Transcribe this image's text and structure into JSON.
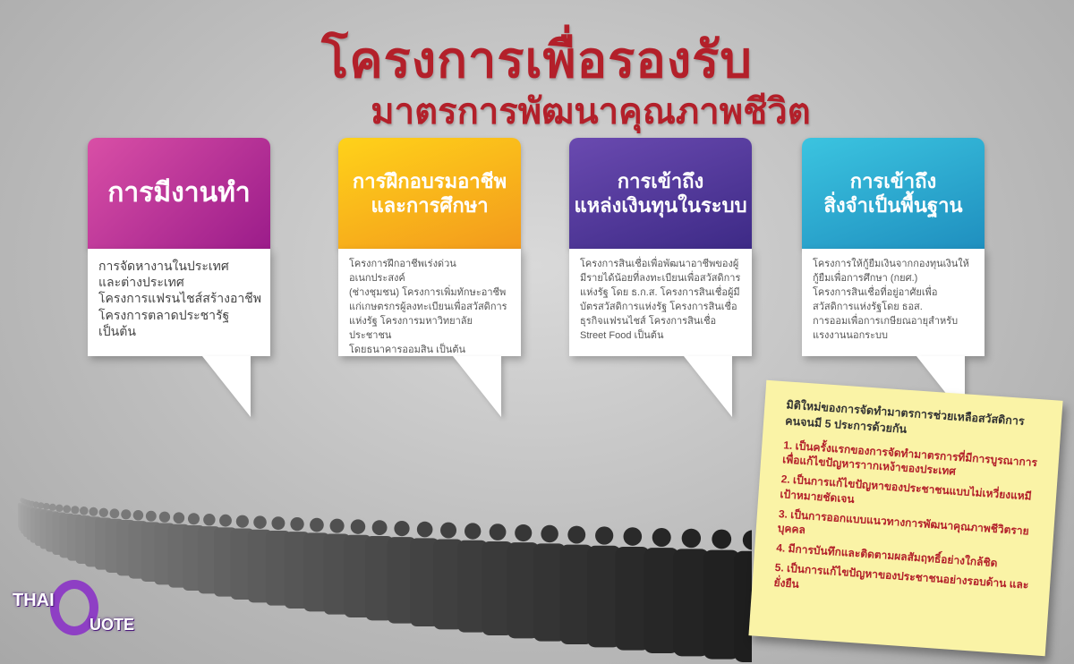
{
  "title": {
    "line1": "โครงการเพื่อรองรับ",
    "line2": "มาตรการพัฒนาคุณภาพชีวิต"
  },
  "cards": [
    {
      "heading": "การมีงานทำ",
      "body": "การจัดหางานในประเทศ\nและต่างประเทศ\nโครงการแฟรนไชส์สร้างอาชีพ\nโครงการตลาดประชารัฐ\nเป็นต้น",
      "color": "#9b1c8a"
    },
    {
      "heading": "การฝึกอบรมอาชีพ\nและการศึกษา",
      "body": "โครงการฝึกอาชีพเร่งด่วนอเนกประสงค์\n(ช่างชุมชน) โครงการเพิ่มทักษะอาชีพ\nแก่เกษตรกรผู้ลงทะเบียนเพื่อสวัสดิการ\nแห่งรัฐ โครงการมหาวิทยาลัยประชาชน\nโดยธนาคารออมสิน เป็นต้น",
      "color": "#f39a1c"
    },
    {
      "heading": "การเข้าถึง\nแหล่งเงินทุนในระบบ",
      "body": "โครงการสินเชื่อเพื่อพัฒนาอาชีพของผู้\nมีรายได้น้อยที่ลงทะเบียนเพื่อสวัสดิการ\nแห่งรัฐ โดย ธ.ก.ส. โครงการสินเชื่อผู้มี\nบัตรสวัสดิการแห่งรัฐ โครงการสินเชื่อ\nธุรกิจแฟรนไชส์ โครงการสินเชื่อ\nStreet Food เป็นต้น",
      "color": "#3d2a86"
    },
    {
      "heading": "การเข้าถึง\nสิ่งจำเป็นพื้นฐาน",
      "body": "โครงการให้กู้ยืมเงินจากกองทุนเงินให้\nกู้ยืมเพื่อการศึกษา (กยศ.)\nโครงการสินเชื่อที่อยู่อาศัยเพื่อ\nสวัสดิการแห่งรัฐโดย ธอส.\nการออมเพื่อการเกษียณอายุสำหรับ\nแรงงานนอกระบบ",
      "color": "#1f8fbf"
    }
  ],
  "note": {
    "title": "มิติใหม่ของการจัดทำมาตรการช่วยเหลือสวัสดิการคนจนมี 5 ประการด้วยกัน",
    "items": [
      "1. เป็นครั้งแรกของการจัดทำมาตรการที่มีการบูรณาการเพื่อแก้ไขปัญหาราากเหง้าของประเทศ",
      "2. เป็นการแก้ไขปัญหาของประชาชนแบบไม่เหวี่ยงแหมีเป้าหมายชัดเจน",
      "3. เป็นการออกแบบแนวทางการพัฒนาคุณภาพชีวิตรายบุคคล",
      "4. มีการบันทึกและติดตามผลสัมฤทธิ์อย่างใกล้ชิด",
      "5. เป็นการแก้ไขปัญหาของประชาชนอย่างรอบด้าน และยั่งยืน"
    ]
  },
  "logo": {
    "part1": "THAI",
    "part2": "UOTE"
  }
}
